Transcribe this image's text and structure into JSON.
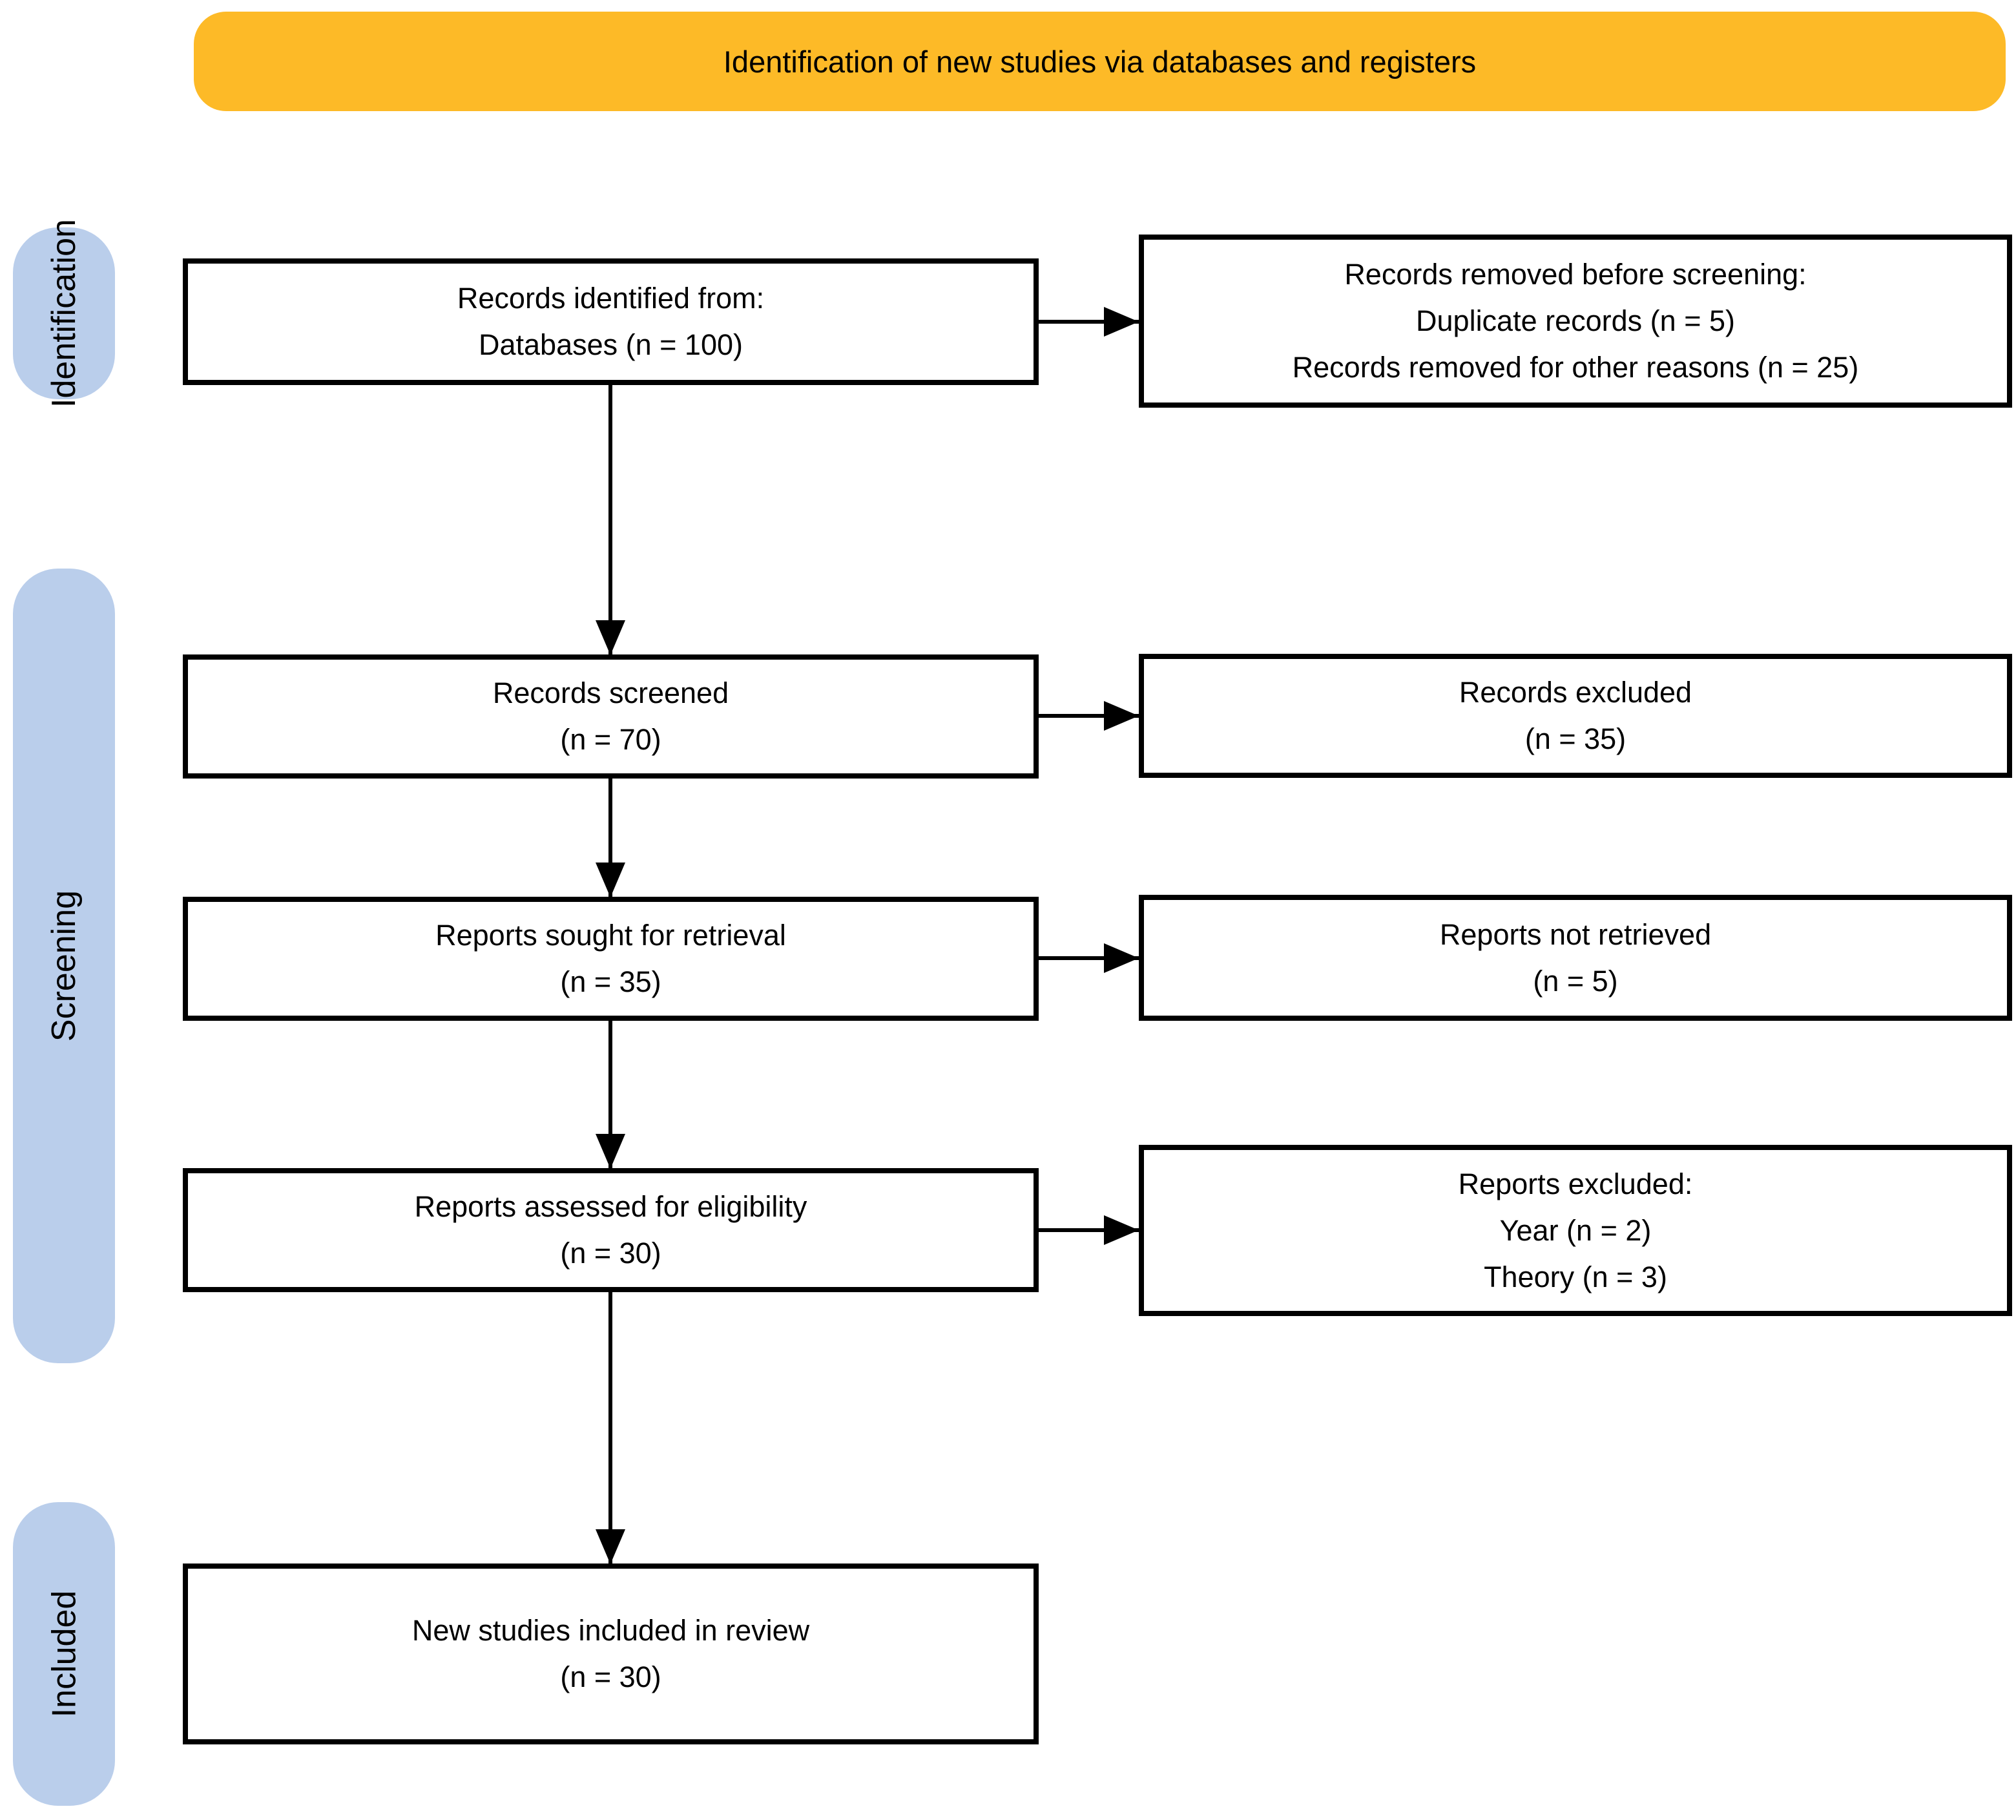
{
  "banner": {
    "label": "Identification of new studies via databases and registers",
    "bg_color": "#FDBA27"
  },
  "stage_labels": [
    {
      "label": "Identification"
    },
    {
      "label": "Screening"
    },
    {
      "label": "Included"
    }
  ],
  "stage_label_bg_color": "#BACEEB",
  "boxes": {
    "left": [
      {
        "lines": [
          "Records identified from:",
          "Databases (n = 100)"
        ]
      },
      {
        "lines": [
          "Records screened",
          "(n = 70)"
        ]
      },
      {
        "lines": [
          "Reports sought for retrieval",
          "(n = 35)"
        ]
      },
      {
        "lines": [
          "Reports assessed for eligibility",
          "(n = 30)"
        ]
      },
      {
        "lines": [
          "New studies included in review",
          "(n = 30)"
        ]
      }
    ],
    "right": [
      {
        "lines": [
          "Records removed before screening:",
          "Duplicate records (n = 5)",
          "Records removed for other reasons (n = 25)"
        ]
      },
      {
        "lines": [
          "Records excluded",
          "(n = 35)"
        ]
      },
      {
        "lines": [
          "Reports not retrieved",
          "(n = 5)"
        ]
      },
      {
        "lines": [
          "Reports excluded:",
          "Year (n = 2)",
          "Theory (n = 3)"
        ]
      }
    ]
  },
  "colors": {
    "box_border": "#000000",
    "text": "#000000",
    "background": "#FFFFFF"
  }
}
